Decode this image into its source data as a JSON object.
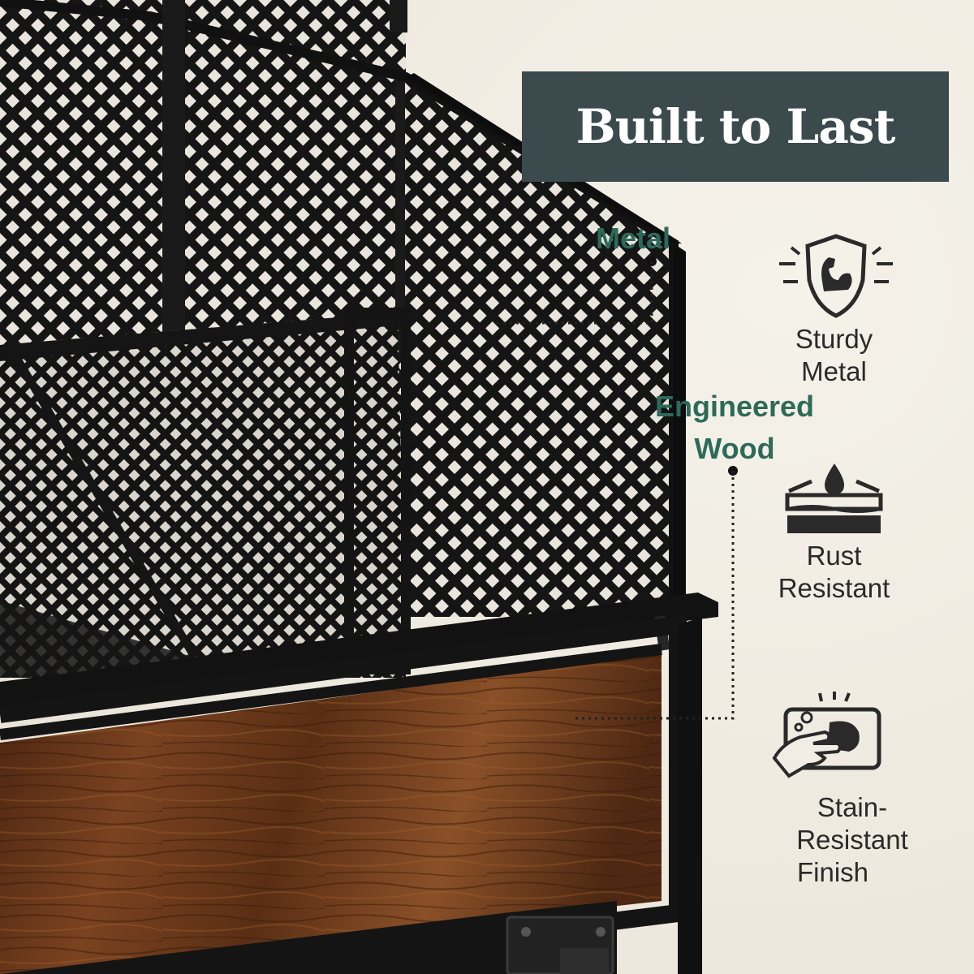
{
  "title": "Built to Last",
  "callouts": {
    "metal": "Metal",
    "wood_line1": "Engineered",
    "wood_line2": "Wood"
  },
  "features": [
    {
      "line1": "Sturdy",
      "line2": "Metal",
      "icon": "muscle-shield-icon"
    },
    {
      "line1": "Rust",
      "line2": "Resistant",
      "icon": "water-drop-layers-icon"
    },
    {
      "line1": "Stain-",
      "line2": "Resistant",
      "line3": "Finish",
      "icon": "wiping-hand-icon"
    }
  ],
  "colors": {
    "banner": "#3a4a4d",
    "callout_text": "#2d6a5a",
    "background": "#f1ede4",
    "metal": "#1b1b1b",
    "wood": "#6b3a1c"
  }
}
